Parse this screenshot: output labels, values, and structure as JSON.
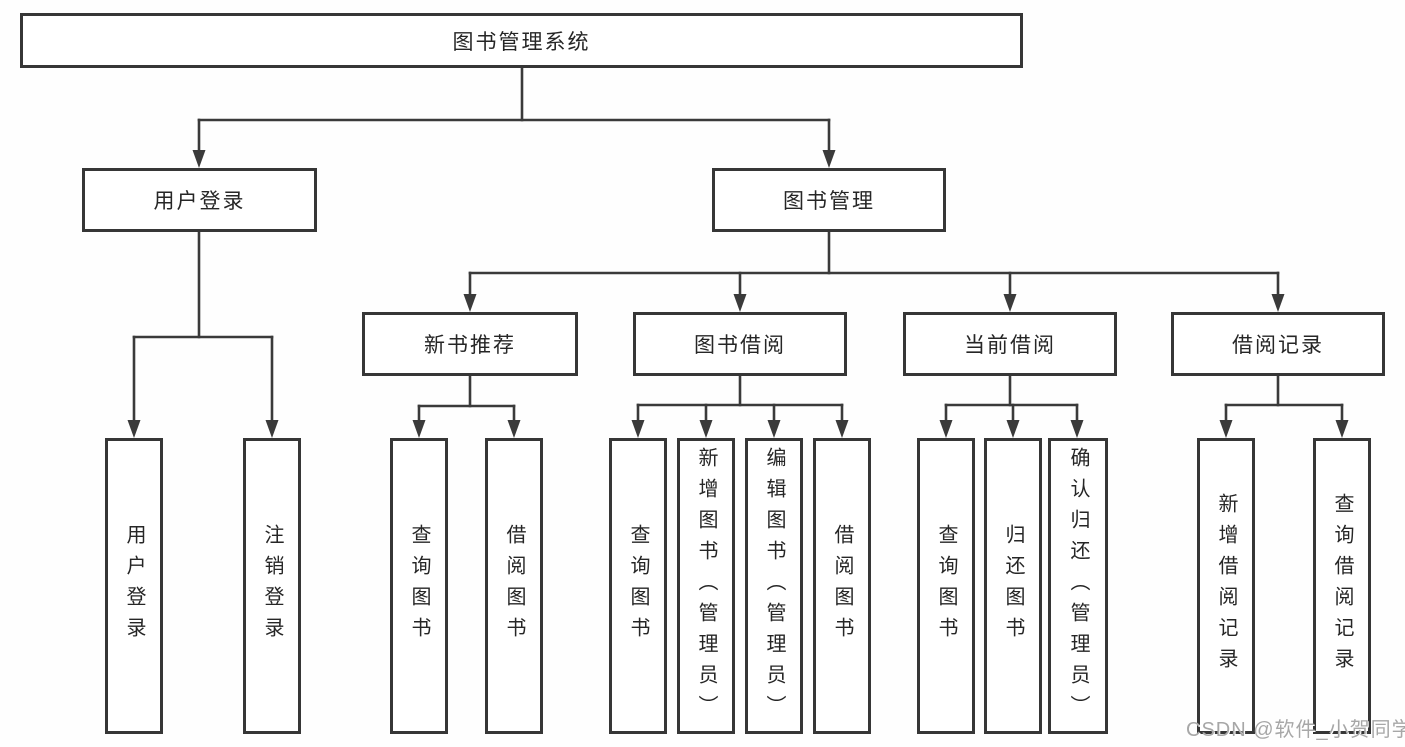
{
  "diagram": {
    "title": "图书管理系统",
    "level2": [
      {
        "label": "用户登录"
      },
      {
        "label": "图书管理"
      }
    ],
    "level3": [
      {
        "label": "新书推荐"
      },
      {
        "label": "图书借阅"
      },
      {
        "label": "当前借阅"
      },
      {
        "label": "借阅记录"
      }
    ],
    "leaves": [
      {
        "label": "用户登录"
      },
      {
        "label": "注销登录"
      },
      {
        "label": "查询图书"
      },
      {
        "label": "借阅图书"
      },
      {
        "label": "查询图书"
      },
      {
        "label": "新增图书（管理员）"
      },
      {
        "label": "编辑图书（管理员）"
      },
      {
        "label": "借阅图书"
      },
      {
        "label": "查询图书"
      },
      {
        "label": "归还图书"
      },
      {
        "label": "确认归还（管理员）"
      },
      {
        "label": "新增借阅记录"
      },
      {
        "label": "查询借阅记录"
      }
    ],
    "watermark": "CSDN @软件_小贺同学",
    "colors": {
      "line": "#3a3a3a",
      "box_border": "#363636",
      "box_fill": "#ffffff",
      "text": "#262626",
      "watermark": "#a7a7a7"
    }
  }
}
